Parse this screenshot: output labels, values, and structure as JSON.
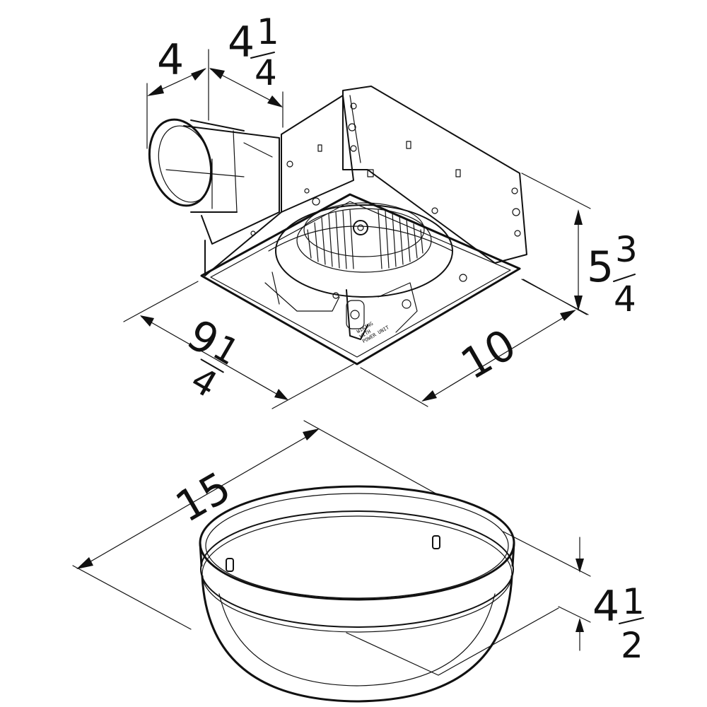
{
  "fan_unit": {
    "dims": {
      "duct_depth": "4",
      "collar_width_whole": "4",
      "collar_width_num": "1",
      "collar_width_den": "4",
      "height_whole": "5",
      "height_num": "3",
      "height_den": "4",
      "width_whole": "9",
      "width_num": "1",
      "width_den": "4",
      "length": "10"
    },
    "label_lines": [
      "WIRING",
      "WITH",
      "POWER UNIT"
    ]
  },
  "light_grille": {
    "dims": {
      "diameter": "15",
      "height_whole": "4",
      "height_num": "1",
      "height_den": "2"
    }
  }
}
